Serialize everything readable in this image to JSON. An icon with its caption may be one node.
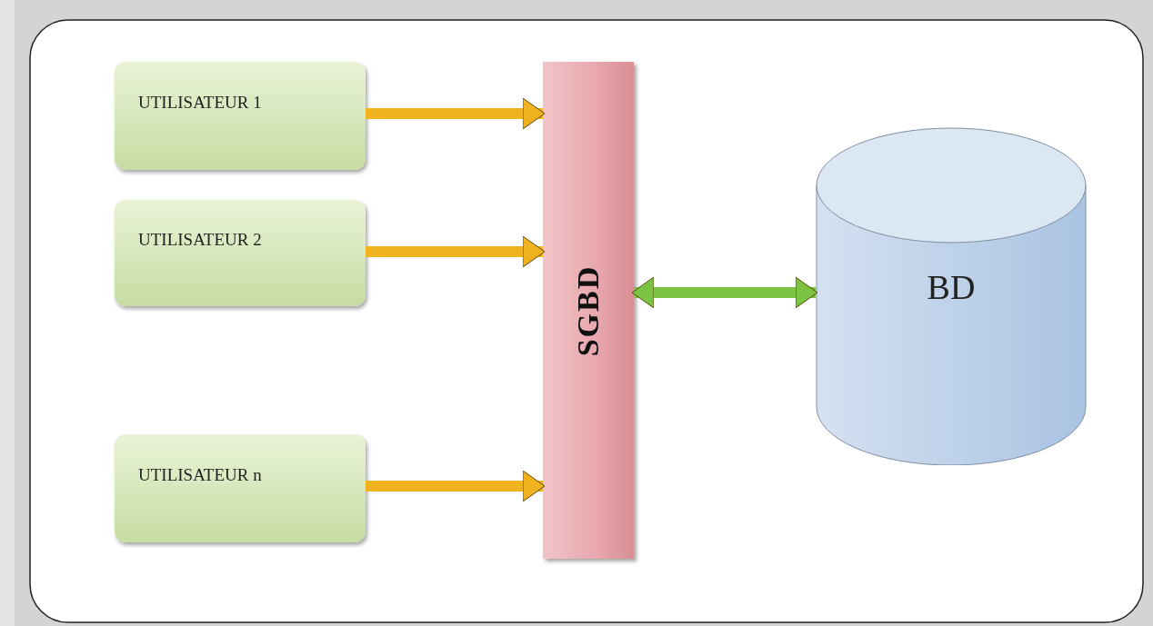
{
  "diagram": {
    "nodes": [
      {
        "text": [
          "UTILISATEUR 1"
        ]
      },
      {
        "text": [
          "UTILISATEUR 2"
        ]
      },
      {
        "text": [
          "UTILISATEUR n"
        ]
      },
      {
        "text": [
          "SGBD"
        ]
      },
      {
        "text": [
          "BD"
        ]
      }
    ],
    "edges": [
      {
        "from": 0,
        "to": 3,
        "arrow": "to"
      },
      {
        "from": 1,
        "to": 3,
        "arrow": "to"
      },
      {
        "from": 2,
        "to": 3,
        "arrow": "to"
      },
      {
        "from": 3,
        "to": 4,
        "arrow": "both",
        "color": "#7cc243"
      }
    ]
  }
}
